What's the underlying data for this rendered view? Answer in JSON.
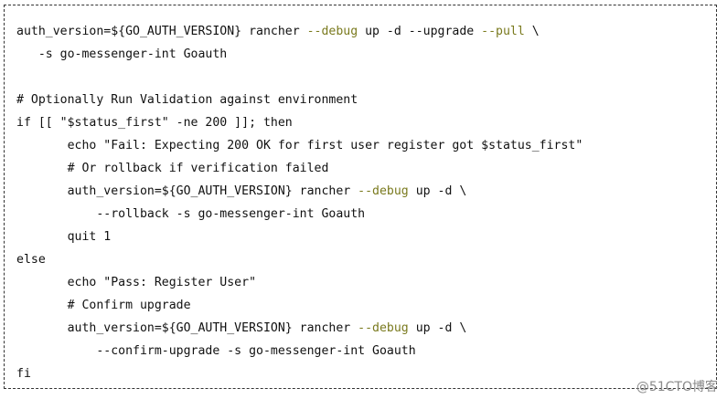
{
  "code_lines": [
    [
      {
        "t": "auth_version=${GO_AUTH_VERSION} rancher ",
        "c": "plain"
      },
      {
        "t": "--debug",
        "c": "flag"
      },
      {
        "t": " up -d --upgrade ",
        "c": "plain"
      },
      {
        "t": "--pull",
        "c": "flag"
      },
      {
        "t": " \\",
        "c": "plain"
      }
    ],
    [
      {
        "t": "   -s go-messenger-int Goauth",
        "c": "plain"
      }
    ],
    [
      {
        "t": "",
        "c": "plain"
      }
    ],
    [
      {
        "t": "# Optionally Run Validation against environment",
        "c": "plain"
      }
    ],
    [
      {
        "t": "if [[ \"$status_first\" -ne 200 ]]; then",
        "c": "plain"
      }
    ],
    [
      {
        "t": "       echo \"Fail: Expecting 200 OK for first user register got $status_first\"",
        "c": "plain"
      }
    ],
    [
      {
        "t": "       # Or rollback if verification failed",
        "c": "plain"
      }
    ],
    [
      {
        "t": "       auth_version=${GO_AUTH_VERSION} rancher ",
        "c": "plain"
      },
      {
        "t": "--debug",
        "c": "flag"
      },
      {
        "t": " up -d \\",
        "c": "plain"
      }
    ],
    [
      {
        "t": "           --rollback -s go-messenger-int Goauth",
        "c": "plain"
      }
    ],
    [
      {
        "t": "       quit 1",
        "c": "plain"
      }
    ],
    [
      {
        "t": "else",
        "c": "plain"
      }
    ],
    [
      {
        "t": "       echo \"Pass: Register User\"",
        "c": "plain"
      }
    ],
    [
      {
        "t": "       # Confirm upgrade",
        "c": "plain"
      }
    ],
    [
      {
        "t": "       auth_version=${GO_AUTH_VERSION} rancher ",
        "c": "plain"
      },
      {
        "t": "--debug",
        "c": "flag"
      },
      {
        "t": " up -d \\",
        "c": "plain"
      }
    ],
    [
      {
        "t": "           --confirm-upgrade -s go-messenger-int Goauth",
        "c": "plain"
      }
    ],
    [
      {
        "t": "fi",
        "c": "plain"
      }
    ]
  ],
  "watermark": "@51CTO博客",
  "colors": {
    "text": "#111111",
    "flag": "#7a7a1e",
    "border": "#333333",
    "watermark": "#8a8a8a"
  }
}
